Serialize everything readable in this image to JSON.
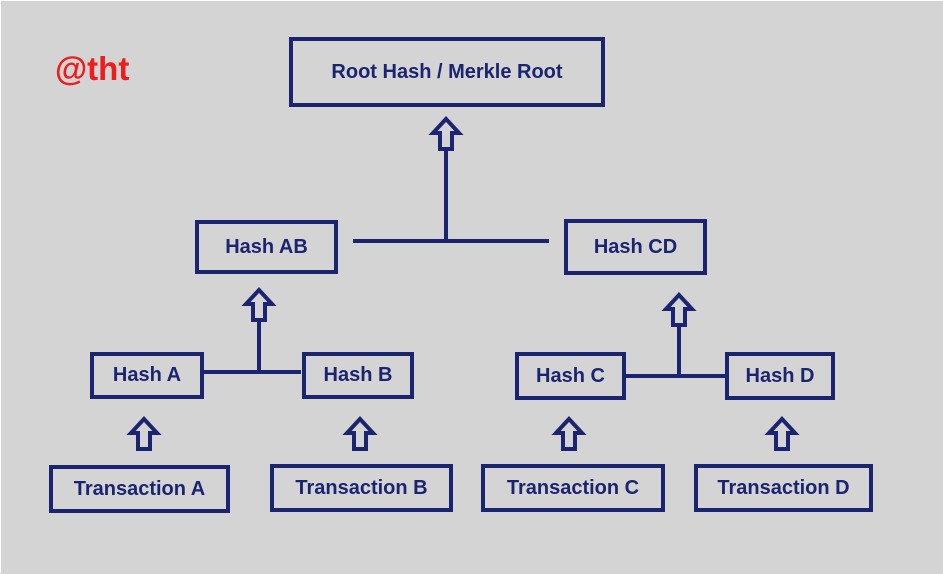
{
  "watermark": "@tht",
  "colors": {
    "background": "#d4d4d4",
    "navy": "#1a2471",
    "watermark": "#ee1c1c"
  },
  "nodes": {
    "root": "Root Hash / Merkle Root",
    "hash_ab": "Hash AB",
    "hash_cd": "Hash CD",
    "hash_a": "Hash A",
    "hash_b": "Hash B",
    "hash_c": "Hash C",
    "hash_d": "Hash D",
    "tx_a": "Transaction A",
    "tx_b": "Transaction B",
    "tx_c": "Transaction C",
    "tx_d": "Transaction D"
  },
  "icons": {
    "arrow": "up-arrow-icon"
  }
}
